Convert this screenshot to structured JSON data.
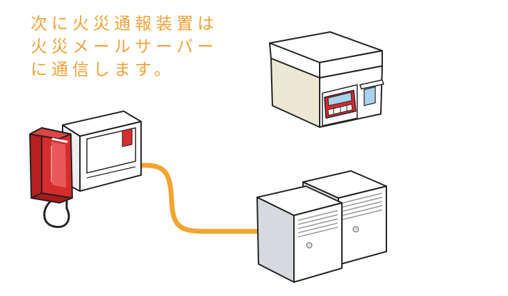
{
  "caption": {
    "lines": [
      "次に火災通報装置は",
      "火災メールサーバー",
      "に通信します。"
    ]
  },
  "colors": {
    "caption_text": "#f0a23a",
    "cable": "#f2a531",
    "outline": "#222222",
    "handset_red": "#d62c2c",
    "truck_red": "#d9282e",
    "building_wall": "#ece8d4",
    "server_face": "#d6dadf",
    "window_blue": "#a9d3ec"
  },
  "icons": {
    "alarm_device": "fire-alarm-transmitter-icon",
    "fire_station": "fire-station-icon",
    "server": "mail-server-icon"
  }
}
